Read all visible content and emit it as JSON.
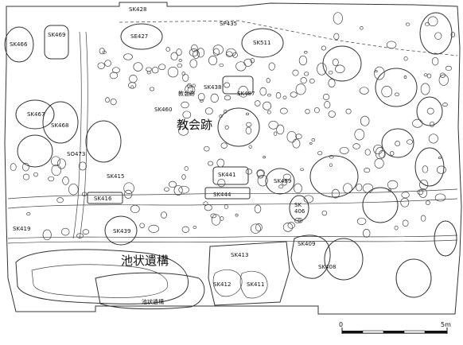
{
  "features": {
    "sk428": "SK428",
    "sp435": "SP435",
    "sk466": "SK466",
    "sk469": "SK469",
    "se427": "SE427",
    "sk511": "SK511",
    "church_small": "教会跡",
    "sk438": "SK438",
    "sk487": "SK487",
    "sk467": "SK467",
    "sk460": "SK460",
    "sk468": "SK468",
    "church_large": "教会跡",
    "so473": "SO473",
    "sk415": "SK415",
    "sk441": "SK441",
    "sk489": "SK489",
    "sk416": "SK416",
    "sk444": "SK444",
    "sk406_top": "SK",
    "sk406_bottom": "406",
    "sk419": "SK419",
    "sk439": "SK439",
    "sk409": "SK409",
    "pond_large": "池状遺構",
    "sk413": "SK413",
    "sk408": "SK408",
    "sk412": "SK412",
    "sk411": "SK411",
    "pond_small": "池状遺構"
  },
  "scale_bar": {
    "start_label": "0",
    "end_label": "5m"
  }
}
